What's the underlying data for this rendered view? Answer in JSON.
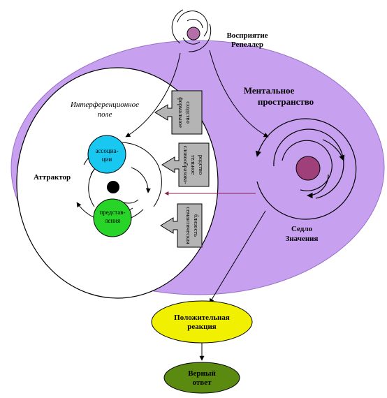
{
  "labels": {
    "perception_line1": "Восприятие",
    "perception_line2": "Репеллер",
    "mental_line1": "Ментальное",
    "mental_line2": "пространство",
    "interference_line1": "Интерференционное",
    "interference_line2": "поле",
    "attractor": "Аттрактор",
    "saddle_line1": "Седло",
    "saddle_line2": "Значения"
  },
  "nodes": {
    "associations_line1": "ассоциа-",
    "associations_line2": "ции",
    "representations_line1": "представ-",
    "representations_line2": "ления"
  },
  "side_inputs": [
    {
      "line1": "формальное",
      "line2": "сходство"
    },
    {
      "line1": "словообразова-",
      "line2": "тельное",
      "line3": "родство"
    },
    {
      "line1": "семантическая",
      "line2": "близость"
    }
  ],
  "outcomes": {
    "positive_line1": "Положительная",
    "positive_line2": "реакция",
    "correct_line1": "Верный",
    "correct_line2": "ответ"
  },
  "colors": {
    "mental_space": "#c8a0f0",
    "interference_field": "#ffffff",
    "repeller_core": "#b46fa8",
    "saddle_core": "#a0407a",
    "associations": "#19c8f0",
    "representations": "#28d428",
    "positive_reaction": "#f0f000",
    "correct_answer": "#5a8a10",
    "input_arrow": "#b4b4b4",
    "connector": "#8a2050"
  }
}
